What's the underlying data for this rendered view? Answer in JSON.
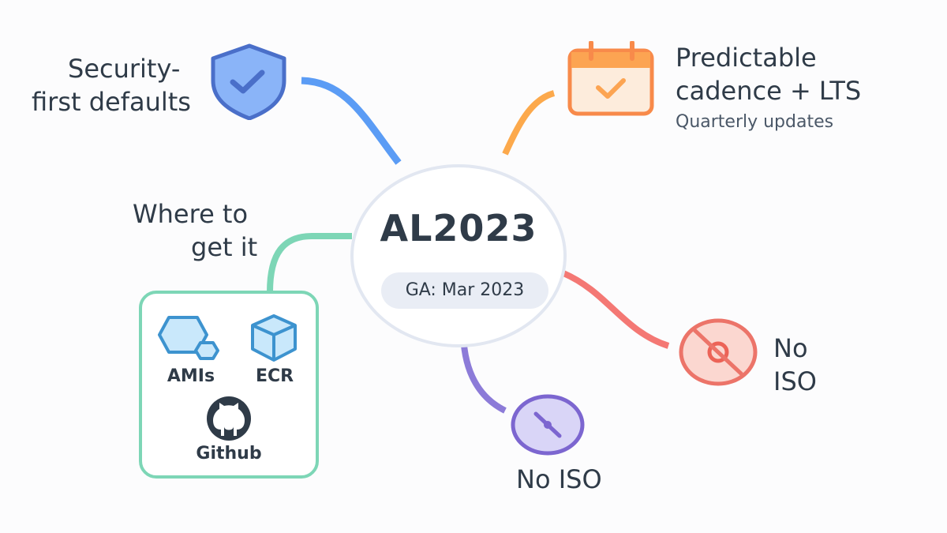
{
  "hub": {
    "title": "AL2023",
    "badge": "GA: Mar 2023"
  },
  "branches": {
    "security": {
      "label_line1": "Security-",
      "label_line2": "first defaults",
      "icon": "shield-check-icon",
      "color": "#5b9cf5"
    },
    "cadence": {
      "label_line1": "Predictable",
      "label_line2": "cadence + LTS",
      "subtitle": "Quarterly updates",
      "icon": "calendar-check-icon",
      "color": "#fca94c"
    },
    "where": {
      "label_line1": "Where to",
      "label_line2": "get it",
      "color": "#7dd6b6",
      "sources": [
        {
          "label": "AMIs",
          "icon": "ami-hexagon-icon"
        },
        {
          "label": "ECR",
          "icon": "ecr-cube-icon"
        },
        {
          "label": "Github",
          "icon": "github-icon"
        }
      ]
    },
    "no_iso_red": {
      "label_line1": "No",
      "label_line2": "ISO",
      "icon": "no-disc-icon",
      "color": "#f47874"
    },
    "no_iso_purple": {
      "label": "No ISO",
      "icon": "disc-slash-icon",
      "color": "#8c7bd8"
    }
  }
}
